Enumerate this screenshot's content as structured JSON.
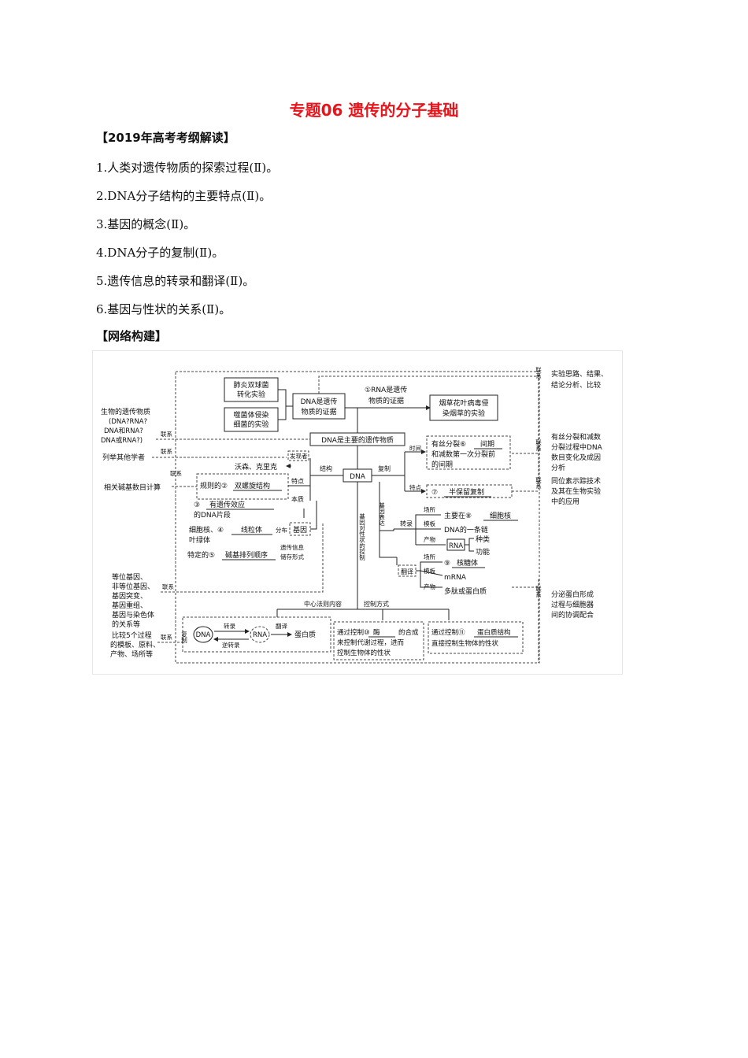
{
  "title": "专题06 遗传的分子基础",
  "section1": "【2019年高考考纲解读】",
  "items": [
    "1.人类对遗传物质的探索过程(Ⅱ)。",
    "2.DNA分子结构的主要特点(Ⅱ)。",
    "3.基因的概念(Ⅱ)。",
    "4.DNA分子的复制(Ⅱ)。",
    "5.遗传信息的转录和翻译(Ⅱ)。",
    "6.基因与性状的关系(Ⅱ)。"
  ],
  "section2": "【网络构建】",
  "diagram": {
    "lianxi": "联系",
    "left": {
      "material_1": "生物的遗传物质",
      "material_2": "(DNA?RNA?",
      "material_3": "DNA和RNA?",
      "material_4": "DNA或RNA?)",
      "scientists": "列举其他学者",
      "base_calc": "相关碱基数目计算",
      "gene_1": "等位基因、",
      "gene_2": "非等位基因、",
      "gene_3": "基因突变、",
      "gene_4": "基因重组、",
      "gene_5": "基因与染色体",
      "gene_6": "的关系等",
      "compare_1": "比较5个过程",
      "compare_2": "的模板、原料、",
      "compare_3": "产物、场所等"
    },
    "right": {
      "exp_1": "实验思路、结果、",
      "exp_2": "结论分析、比较",
      "mitosis_1": "有丝分裂和减数",
      "mitosis_2": "分裂过程中DNA",
      "mitosis_3": "数目变化及成因",
      "mitosis_4": "分析",
      "isotope_1": "同位素示踪技术",
      "isotope_2": "及其在生物实验",
      "isotope_3": "中的应用",
      "secretory_1": "分泌蛋白形成",
      "secretory_2": "过程与细胞器",
      "secretory_3": "间的协调配合"
    },
    "top": {
      "pneumo_1": "肺炎双球菌",
      "pneumo_2": "转化实验",
      "phage_1": "噬菌体侵染",
      "phage_2": "细菌的实验",
      "dna_proof_1": "DNA是遗传",
      "dna_proof_2": "物质的证据",
      "rna_proof_1": "①RNA是遗传",
      "rna_proof_2": "物质的证据",
      "tmv_1": "烟草花叶病毒侵",
      "tmv_2": "染烟草的实验",
      "main_material": "DNA是主要的遗传物质"
    },
    "center": {
      "dna": "DNA",
      "structure": "结构",
      "replication": "复制",
      "gene_expr": "基因表达",
      "trait_control": "基因对性状的控制",
      "discoverer": "发现者",
      "watson": "沃森、克里克",
      "feature": "特点",
      "double_helix": "规则的②",
      "double_helix_ans": "双螺旋结构",
      "essence": "本质",
      "gene_def_1": "③",
      "gene_def_ans": "有遗传效应",
      "gene_def_2": "的DNA片段",
      "gene": "基因",
      "distribution": "分布",
      "loc_1": "细胞核、④",
      "loc_ans": "线粒体",
      "loc_2": "叶绿体",
      "storage_1": "遗传信息",
      "storage_2": "储存形式",
      "seq": "特定的⑤",
      "seq_ans": "碱基排列顺序",
      "time": "时间",
      "time_1": "有丝分裂⑥",
      "time_ans": "间期",
      "time_2": "和减数第一次分裂前",
      "time_3": "的间期",
      "feature2": "特点",
      "semi_num": "⑦",
      "semi_ans": "半保留复制",
      "transcription": "转录",
      "site": "场所",
      "nucleus_pre": "主要在⑧",
      "nucleus_ans": "细胞核",
      "template": "模板",
      "dna_strand": "DNA的一条链",
      "product": "产物",
      "rna": "RNA",
      "kind": "种类",
      "func": "功能",
      "translation": "翻译",
      "site2": "场所",
      "ribo_num": "⑨",
      "ribo_ans": "核糖体",
      "template2": "模板",
      "mrna": "mRNA",
      "product2": "产物",
      "peptide": "多肽或蛋白质"
    },
    "bottom": {
      "dogma": "中心法则内容",
      "control_mode": "控制方式",
      "replicate": "复制",
      "transcribe": "转录",
      "reverse": "逆转录",
      "translate": "翻译",
      "dna": "DNA",
      "rna": "RNA",
      "protein": "蛋白质",
      "enzyme_1": "通过控制⑩",
      "enzyme_ans": "酶",
      "enzyme_1b": "的合成",
      "enzyme_2": "来控制代谢过程，进而",
      "enzyme_3": "控制生物体的性状",
      "struct_1": "通过控制⑪",
      "struct_ans": "蛋白质结构",
      "struct_2": "直接控制生物体的性状"
    }
  }
}
